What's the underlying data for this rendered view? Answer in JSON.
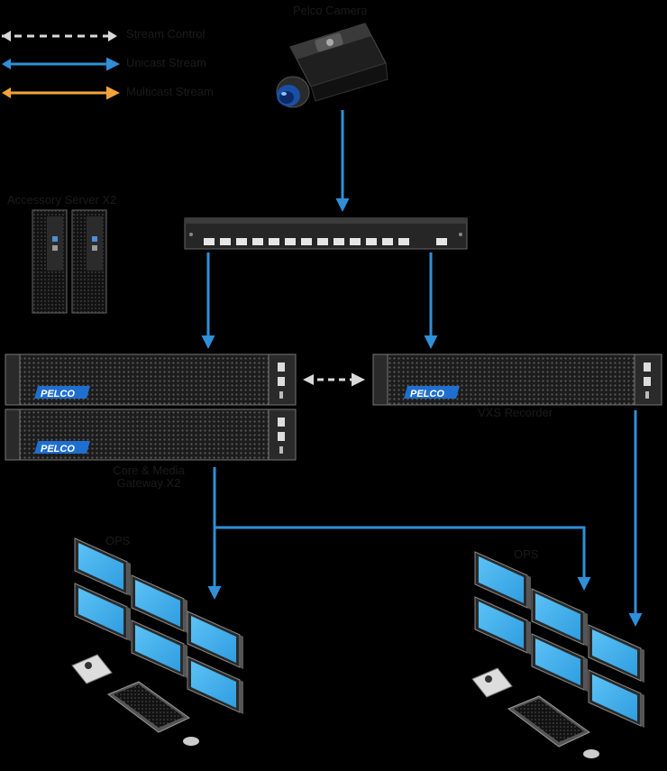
{
  "legend": [
    {
      "label": "Stream Control",
      "color": "#d9d9d9",
      "style": "dashed"
    },
    {
      "label": "Unicast Stream",
      "color": "#2f8fd8",
      "style": "solid"
    },
    {
      "label": "Multicast Stream",
      "color": "#f2a33a",
      "style": "solid"
    }
  ],
  "nodes": {
    "camera": {
      "label": "Pelco Camera"
    },
    "accessories": {
      "label": "Accessory Server X2"
    },
    "core": {
      "label_line1": "Core & Media",
      "label_line2": "Gateway X2",
      "brand": "PELCO"
    },
    "recorder": {
      "label": "VXS Recorder",
      "brand": "PELCO"
    },
    "ops_left": {
      "label": "OPS"
    },
    "ops_right": {
      "label": "OPS"
    }
  },
  "colors": {
    "background": "#000000",
    "unicast": "#2f8fd8",
    "control": "#d9d9d9",
    "screen": "#46b3f0",
    "label": "#1b1b1b"
  }
}
